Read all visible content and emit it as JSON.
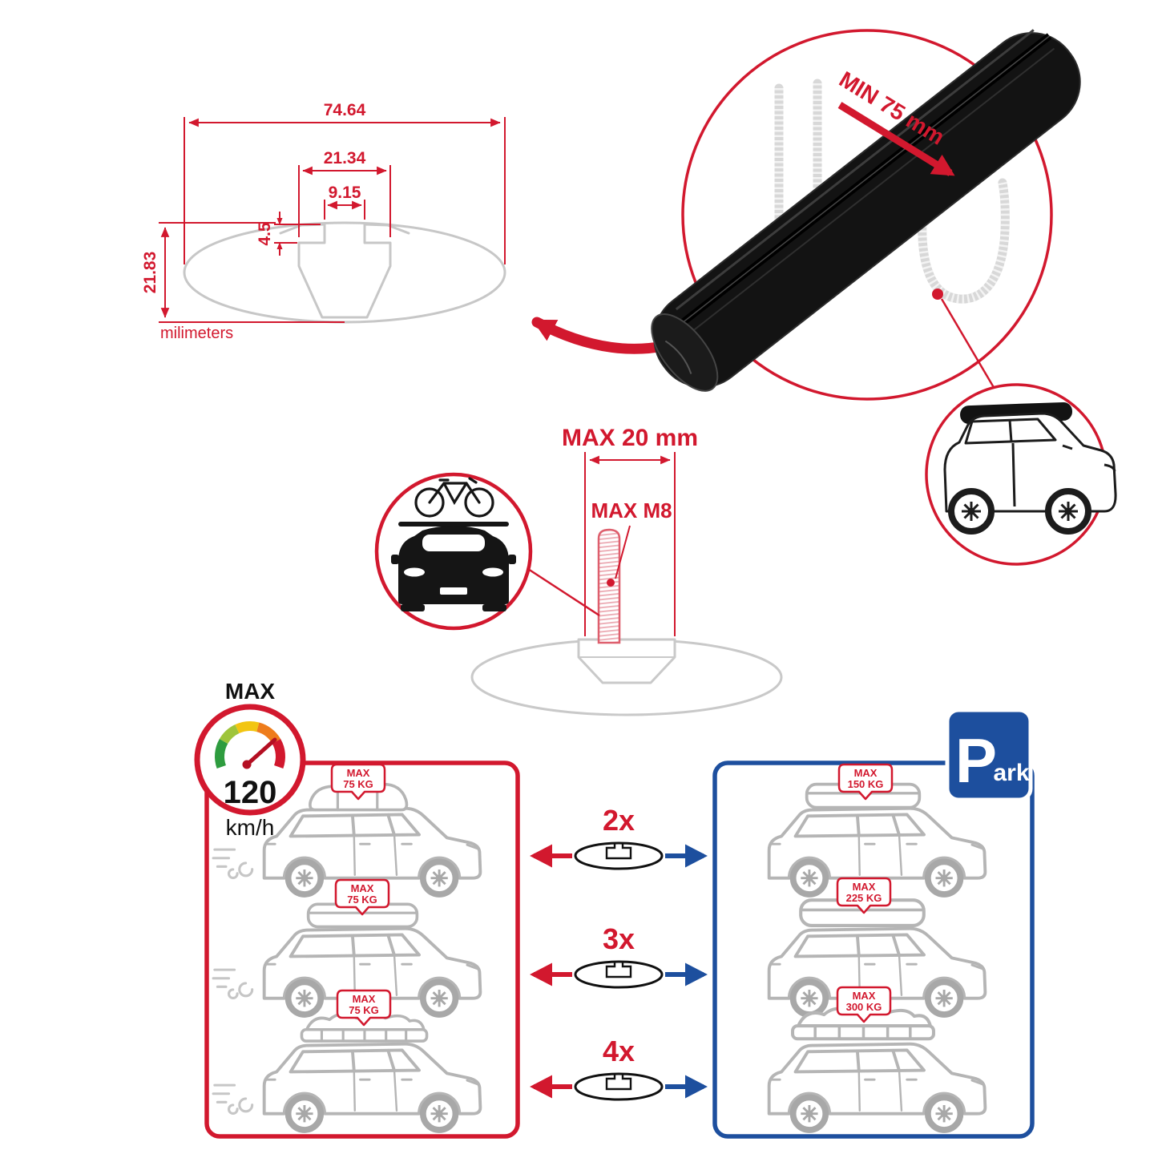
{
  "colors": {
    "red": "#d2182e",
    "blue": "#1d4f9e",
    "gray": "#c7c7c7",
    "cargray": "#b5b5b5",
    "black": "#111111"
  },
  "cross_section": {
    "total_width": "74.64",
    "channel_outer_width": "21.34",
    "channel_opening_width": "9.15",
    "lip_depth": "4.5",
    "total_height": "21.83",
    "units_label": "milimeters"
  },
  "bar_detail": {
    "min_clamp_label": "MIN 75 mm"
  },
  "bolt_detail": {
    "max_length_label": "MAX 20 mm",
    "max_thread_label": "MAX M8"
  },
  "speed_limit": {
    "title": "MAX",
    "value": "120",
    "unit": "km/h"
  },
  "parking_sign": {
    "letter": "P",
    "suffix": "ark"
  },
  "load_table": {
    "rows": [
      {
        "multiplier": "2x",
        "per_bar_title": "MAX",
        "per_bar_load": "75 KG",
        "total_title": "MAX",
        "total_load": "150 KG"
      },
      {
        "multiplier": "3x",
        "per_bar_title": "MAX",
        "per_bar_load": "75 KG",
        "total_title": "MAX",
        "total_load": "225 KG"
      },
      {
        "multiplier": "4x",
        "per_bar_title": "MAX",
        "per_bar_load": "75 KG",
        "total_title": "MAX",
        "total_load": "300 KG"
      }
    ]
  }
}
